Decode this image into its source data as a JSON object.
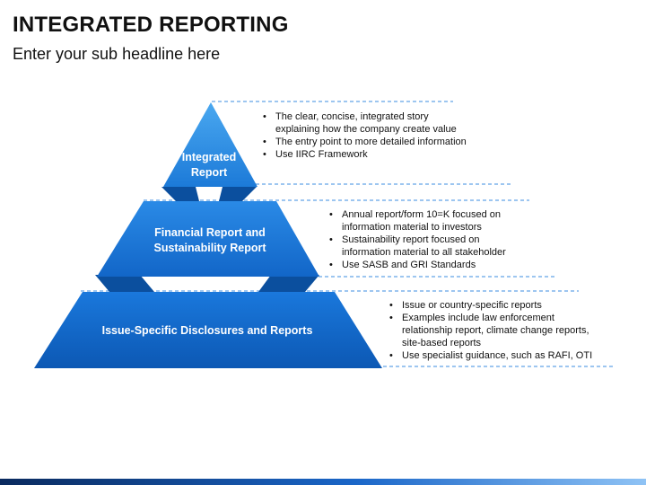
{
  "header": {
    "title": "INTEGRATED REPORTING",
    "subtitle": "Enter your sub headline here"
  },
  "tiers": [
    {
      "label": "Integrated Report",
      "bullets": [
        "The clear, concise, integrated story explaining how the company create value",
        "The entry point to more detailed information",
        "Use IIRC Framework"
      ]
    },
    {
      "label": "Financial Report and Sustainability Report",
      "bullets": [
        "Annual report/form 10=K focused on information material to investors",
        "Sustainability report focused on information material to all stakeholder",
        "Use SASB and GRI Standards"
      ]
    },
    {
      "label": "Issue-Specific Disclosures and Reports",
      "bullets": [
        "Issue or country-specific reports",
        "Examples include law enforcement relationship report, climate change reports, site-based reports",
        "Use specialist guidance, such as RAFI, OTI"
      ]
    }
  ],
  "colors": {
    "tier_top": "#2a8be0",
    "tier_mid": "#1772d4",
    "tier_bottom": "#0f63c2",
    "fold": "#0b4f9e",
    "dash": "#3b8de0"
  }
}
